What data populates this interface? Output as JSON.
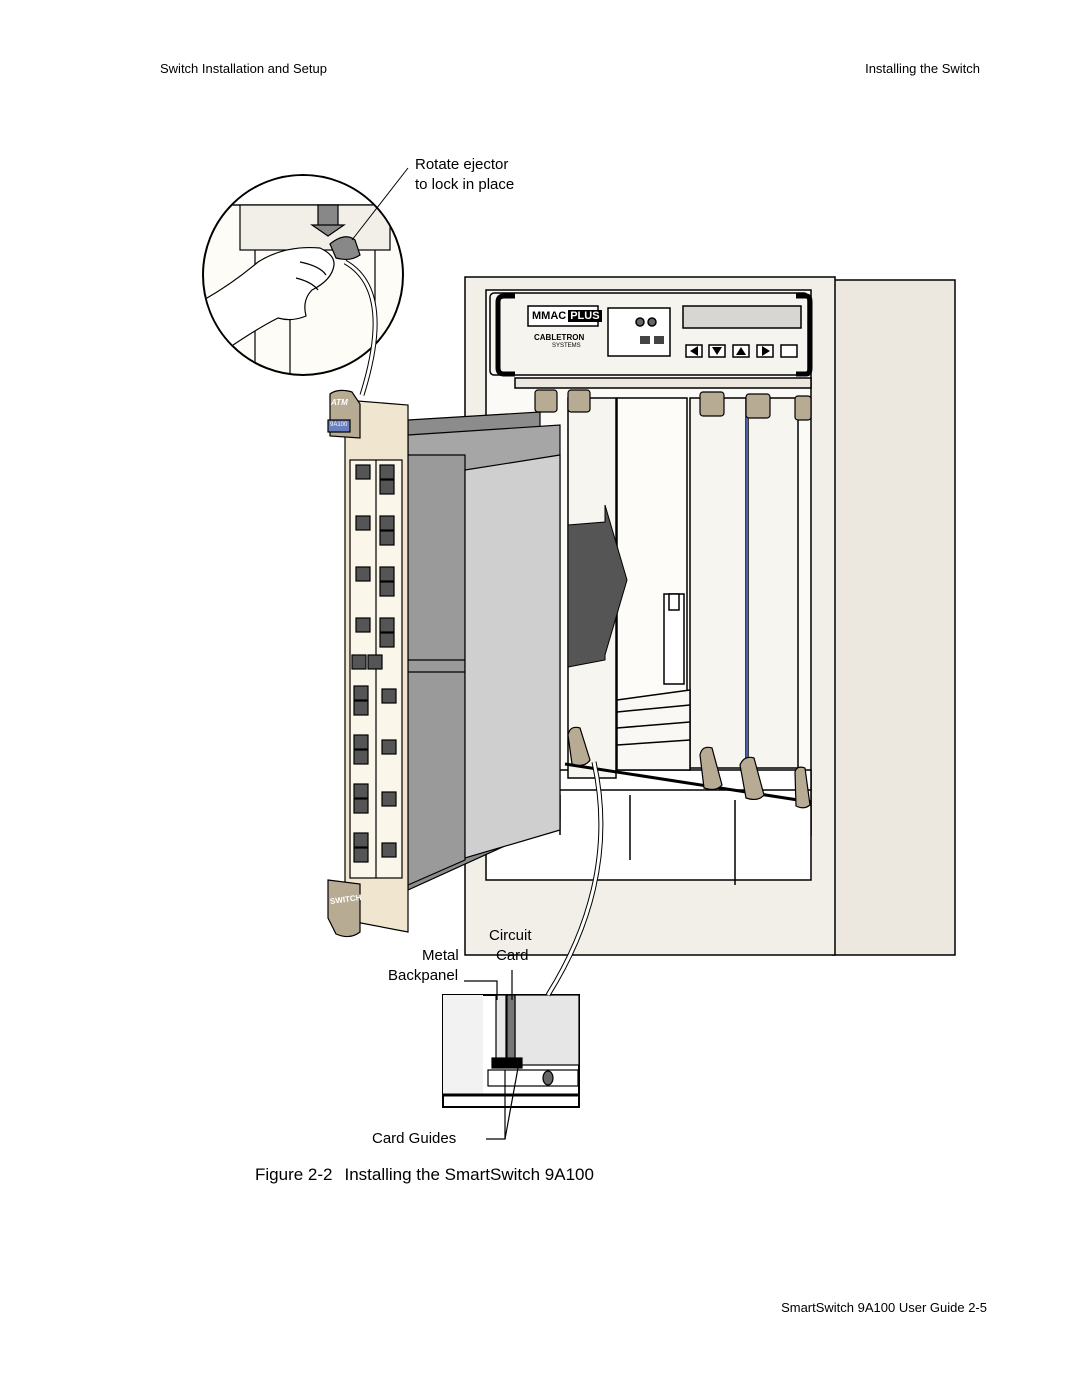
{
  "header": {
    "left": "Switch Installation and Setup",
    "right": "Installing the Switch"
  },
  "figure": {
    "callout_rotate_line1": "Rotate ejector",
    "callout_rotate_line2": "to lock in place",
    "label_circuit": "Circuit",
    "label_card": "Card",
    "label_metal": "Metal",
    "label_backpanel": "Backpanel",
    "label_card_guides": "Card Guides",
    "chassis_brand": "MMAC",
    "chassis_brand_plus": "PLUS",
    "chassis_maker": "CABLETRON",
    "chassis_maker_sub": "SYSTEMS",
    "module_tag": "ATM",
    "module_model": "9A100",
    "module_bottom_tag": "SWITCH"
  },
  "caption": {
    "number": "Figure 2-2",
    "title": "Installing the SmartSwitch 9A100"
  },
  "footer": {
    "text": "SmartSwitch 9A100 User Guide 2-5"
  }
}
